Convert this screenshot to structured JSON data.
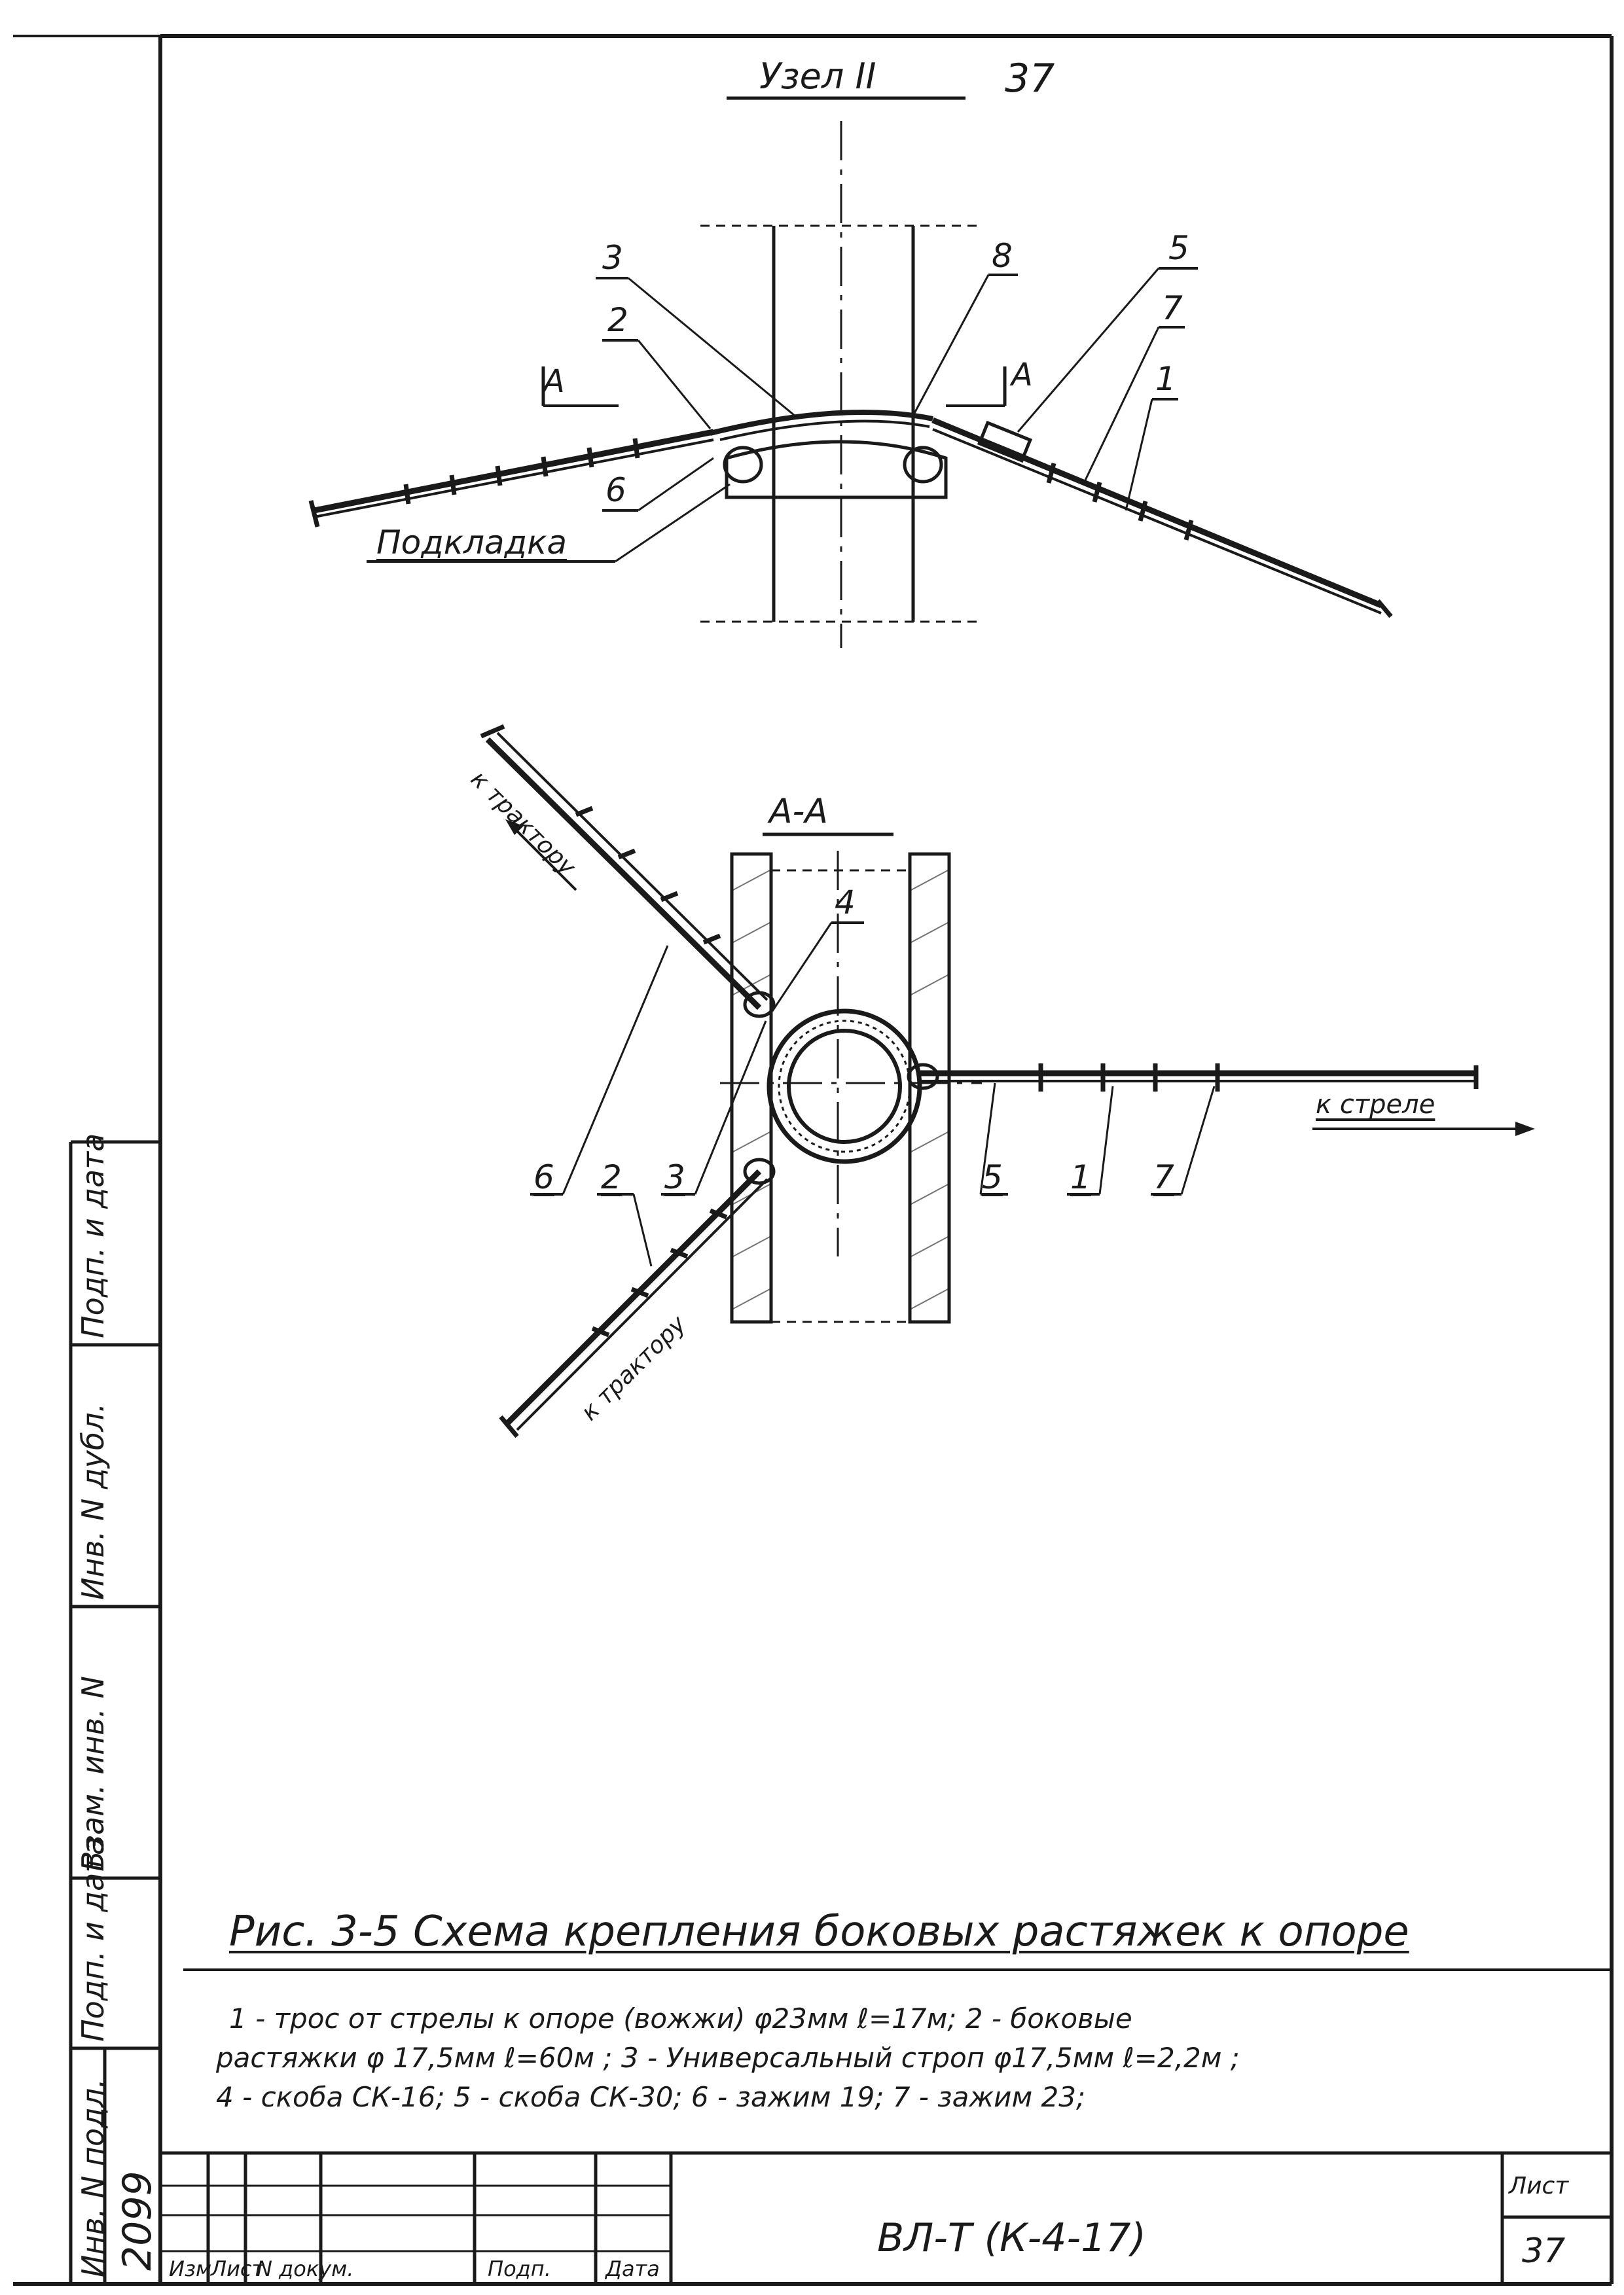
{
  "sheet_top": "37",
  "node_title": "Узел II",
  "section_title": "А-А",
  "podkladka_label": "Подкладка",
  "top_callouts": [
    {
      "n": "3"
    },
    {
      "n": "8"
    },
    {
      "n": "5"
    },
    {
      "n": "2"
    },
    {
      "n": "7"
    },
    {
      "n": "1"
    },
    {
      "n": "6"
    }
  ],
  "section_marks": {
    "left": "А",
    "right": "А"
  },
  "lower_callouts": [
    {
      "n": "4"
    },
    {
      "n": "6"
    },
    {
      "n": "2"
    },
    {
      "n": "3"
    },
    {
      "n": "5"
    },
    {
      "n": "1"
    },
    {
      "n": "7"
    }
  ],
  "direction_labels": {
    "to_tractor_upper": "к трактору",
    "to_tractor_lower": "к трактору",
    "to_boom": "к стреле"
  },
  "figure_caption": "Рис. 3-5   Схема крепления боковых растяжек к опоре",
  "legend_lines": [
    "1 - трос от стрелы к опоре (вожжи) φ23мм ℓ=17м; 2 - боковые",
    "растяжки φ 17,5мм ℓ=60м ; 3 - Универсальный строп φ17,5мм ℓ=2,2м ;",
    "4 - скоба СК-16; 5 - скоба СК-30; 6 - зажим 19;  7 - зажим 23;"
  ],
  "side_stamp": [
    "Инв. N подл.",
    "Подп. и дата",
    "Взам. инв. N",
    "Инв. N дубл.",
    "Подп. и дата"
  ],
  "side_number": "2099",
  "title_block": {
    "headers": [
      "Изм",
      "Лист",
      "N докум.",
      "Подп.",
      "Дата"
    ],
    "designation": "ВЛ-Т (К-4-17)",
    "sheet_label": "Лист",
    "sheet_number": "37"
  }
}
